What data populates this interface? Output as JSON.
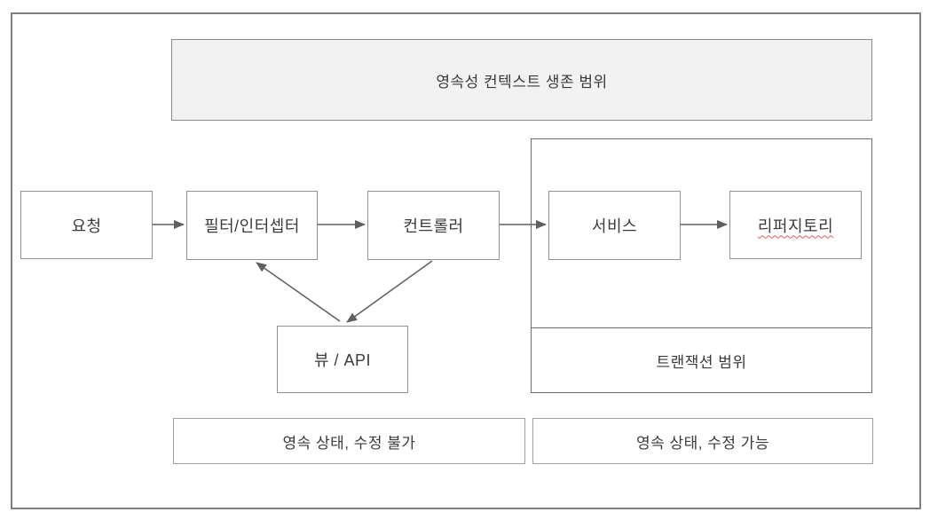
{
  "diagram": {
    "title_box": {
      "label": "영속성 컨텍스트 생존 범위"
    },
    "nodes": {
      "request": {
        "label": "요청"
      },
      "filter": {
        "label": "필터/인터셉터"
      },
      "controller": {
        "label": "컨트롤러"
      },
      "service": {
        "label": "서비스"
      },
      "repository": {
        "label": "리퍼지토리"
      },
      "view_api": {
        "label": "뷰 / API"
      }
    },
    "transaction_scope": {
      "label": "트랜잭션 범위"
    },
    "legend": {
      "left": {
        "label": "영속 상태, 수정 불가"
      },
      "right": {
        "label": "영속 상태, 수정 가능"
      }
    },
    "edges": [
      {
        "from": "request",
        "to": "filter"
      },
      {
        "from": "filter",
        "to": "controller"
      },
      {
        "from": "controller",
        "to": "service"
      },
      {
        "from": "service",
        "to": "repository"
      },
      {
        "from": "controller",
        "to": "view_api"
      },
      {
        "from": "view_api",
        "to": "filter"
      }
    ],
    "colors": {
      "box_border": "#919191",
      "outer_frame_border": "#7f7f7f",
      "title_fill": "#f2f2f2",
      "arrow": "#5f5f5f",
      "text": "#3b3b3b",
      "spellcheck_underline": "#e05a5a"
    }
  }
}
